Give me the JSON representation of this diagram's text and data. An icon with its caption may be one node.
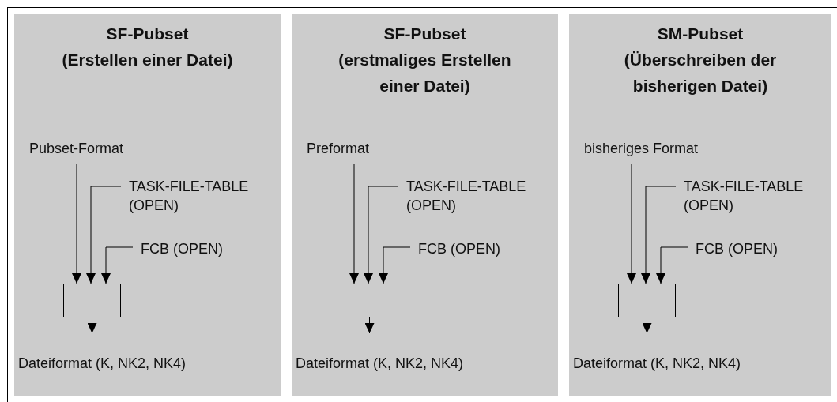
{
  "diagram": {
    "nodes": [
      {
        "text": [
          "SF-Pubset",
          "(Erstellen einer Datei)"
        ]
      },
      {
        "text": [
          "Pubset-Format"
        ],
        "in": 0
      },
      {
        "text": [
          "TASK-FILE-TABLE (OPEN)"
        ],
        "in": 0
      },
      {
        "text": [
          "FCB (OPEN)"
        ],
        "in": 0
      },
      {
        "text": [],
        "shape": "box",
        "in": 0
      },
      {
        "text": [
          "Dateiformat (K, NK2, NK4)"
        ],
        "in": 0
      },
      {
        "text": [
          "SF-Pubset",
          "(erstmaliges Erstellen einer Datei)"
        ]
      },
      {
        "text": [
          "Preformat"
        ],
        "in": 6
      },
      {
        "text": [
          "TASK-FILE-TABLE (OPEN)"
        ],
        "in": 6
      },
      {
        "text": [
          "FCB (OPEN)"
        ],
        "in": 6
      },
      {
        "text": [],
        "shape": "box",
        "in": 6
      },
      {
        "text": [
          "Dateiformat (K, NK2, NK4)"
        ],
        "in": 6
      },
      {
        "text": [
          "SM-Pubset",
          "(Überschreiben der bisherigen Datei)"
        ]
      },
      {
        "text": [
          "bisheriges Format"
        ],
        "in": 12
      },
      {
        "text": [
          "TASK-FILE-TABLE (OPEN)"
        ],
        "in": 12
      },
      {
        "text": [
          "FCB (OPEN)"
        ],
        "in": 12
      },
      {
        "text": [],
        "shape": "box",
        "in": 12
      },
      {
        "text": [
          "Dateiformat (K, NK2, NK4)"
        ],
        "in": 12
      }
    ],
    "edges": [
      {
        "from": 1,
        "to": 4,
        "arrow": "to"
      },
      {
        "from": 2,
        "to": 4,
        "arrow": "to"
      },
      {
        "from": 3,
        "to": 4,
        "arrow": "to"
      },
      {
        "from": 4,
        "to": 5,
        "arrow": "to"
      },
      {
        "from": 7,
        "to": 10,
        "arrow": "to"
      },
      {
        "from": 8,
        "to": 10,
        "arrow": "to"
      },
      {
        "from": 9,
        "to": 10,
        "arrow": "to"
      },
      {
        "from": 10,
        "to": 11,
        "arrow": "to"
      },
      {
        "from": 13,
        "to": 16,
        "arrow": "to"
      },
      {
        "from": 14,
        "to": 16,
        "arrow": "to"
      },
      {
        "from": 15,
        "to": 16,
        "arrow": "to"
      },
      {
        "from": 16,
        "to": 17,
        "arrow": "to"
      }
    ]
  }
}
